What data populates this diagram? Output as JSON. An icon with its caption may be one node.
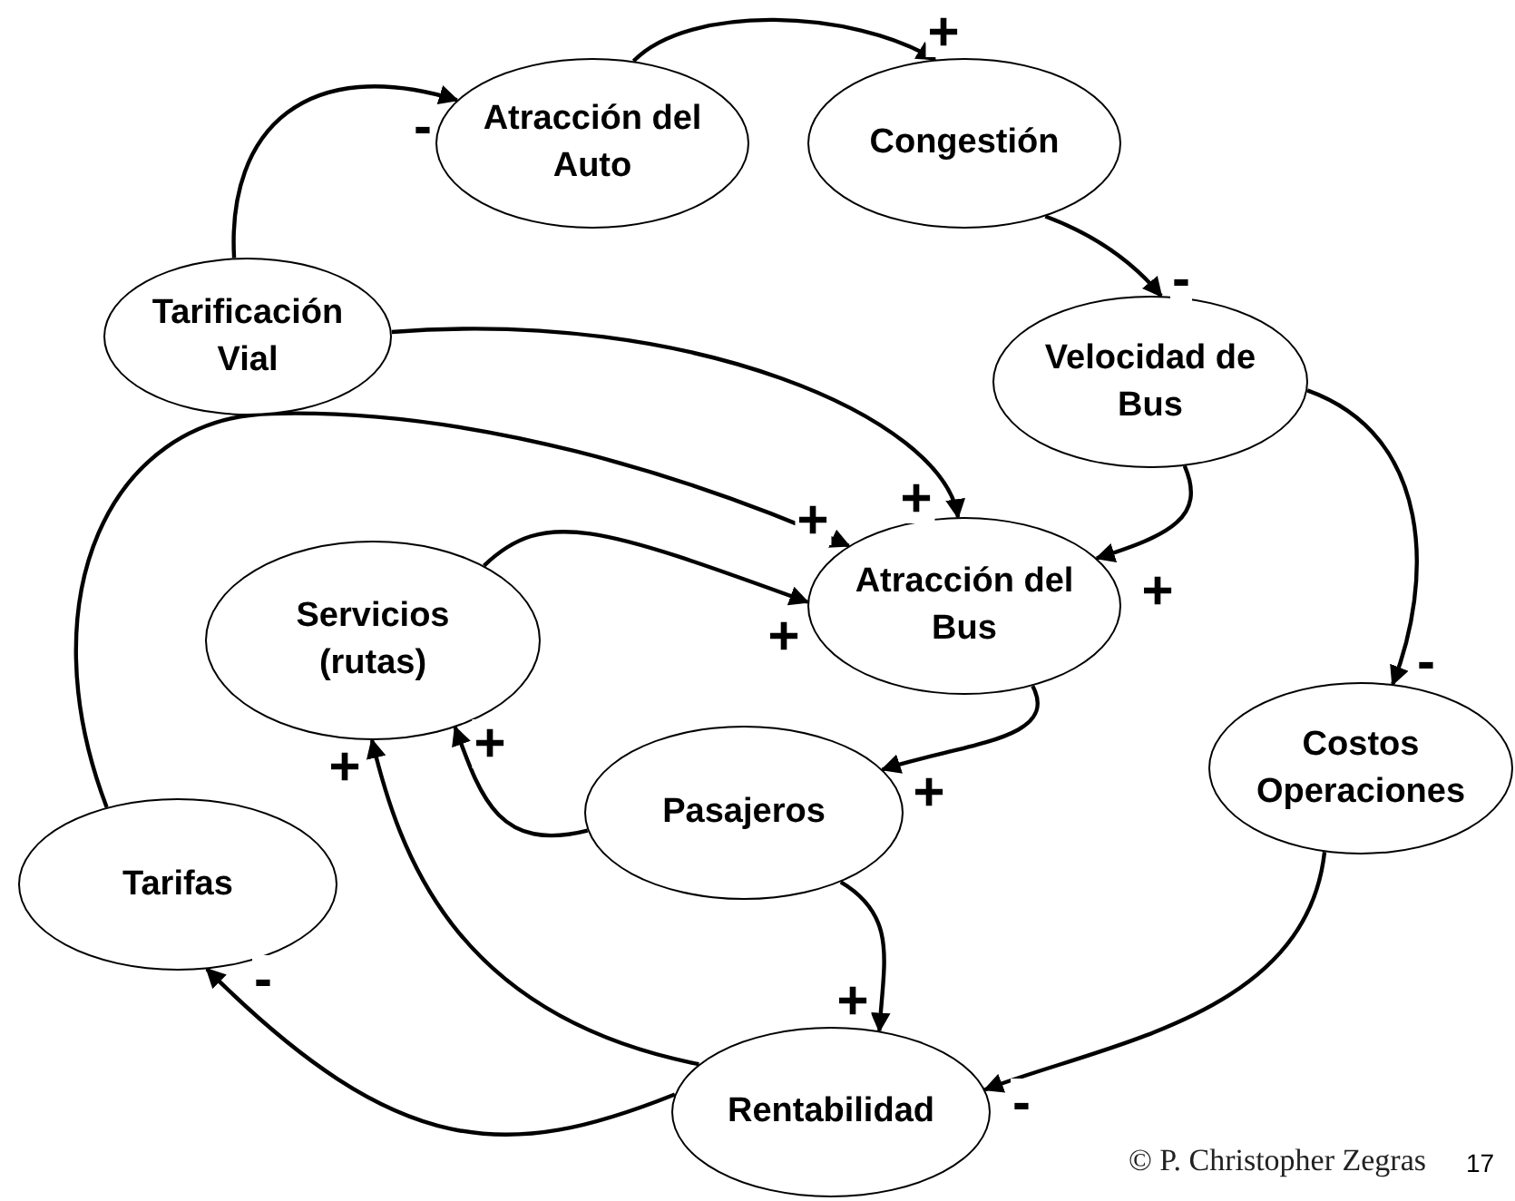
{
  "diagram": {
    "nodes": [
      {
        "text": [
          "Atracción del Auto"
        ]
      },
      {
        "text": [
          "Congestión"
        ]
      },
      {
        "text": [
          "Tarificación Vial"
        ]
      },
      {
        "text": [
          "Velocidad de Bus"
        ]
      },
      {
        "text": [
          "Atracción del Bus"
        ]
      },
      {
        "text": [
          "Servicios (rutas)"
        ]
      },
      {
        "text": [
          "Pasajeros"
        ]
      },
      {
        "text": [
          "Costos Operaciones"
        ]
      },
      {
        "text": [
          "Tarifas"
        ]
      },
      {
        "text": [
          "Rentabilidad"
        ]
      }
    ],
    "edges": [
      {
        "from": 2,
        "to": 0,
        "arrow": "to",
        "label": "-"
      },
      {
        "from": 0,
        "to": 1,
        "arrow": "to",
        "label": "+"
      },
      {
        "from": 1,
        "to": 3,
        "arrow": "to",
        "label": "-"
      },
      {
        "from": 3,
        "to": 4,
        "arrow": "to",
        "label": "+"
      },
      {
        "from": 3,
        "to": 7,
        "arrow": "to",
        "label": "-"
      },
      {
        "from": 2,
        "to": 4,
        "arrow": "to",
        "label": "+"
      },
      {
        "from": 8,
        "to": 4,
        "arrow": "to",
        "label": "+"
      },
      {
        "from": 5,
        "to": 4,
        "arrow": "to",
        "label": "+"
      },
      {
        "from": 4,
        "to": 6,
        "arrow": "to",
        "label": "+"
      },
      {
        "from": 6,
        "to": 5,
        "arrow": "to",
        "label": "+"
      },
      {
        "from": 6,
        "to": 9,
        "arrow": "to",
        "label": "+"
      },
      {
        "from": 7,
        "to": 9,
        "arrow": "to",
        "label": "-"
      },
      {
        "from": 9,
        "to": 5,
        "arrow": "to",
        "label": "+"
      },
      {
        "from": 9,
        "to": 8,
        "arrow": "to",
        "label": "-"
      }
    ],
    "labels": [
      "© P. Christopher Zegras",
      "17"
    ]
  }
}
